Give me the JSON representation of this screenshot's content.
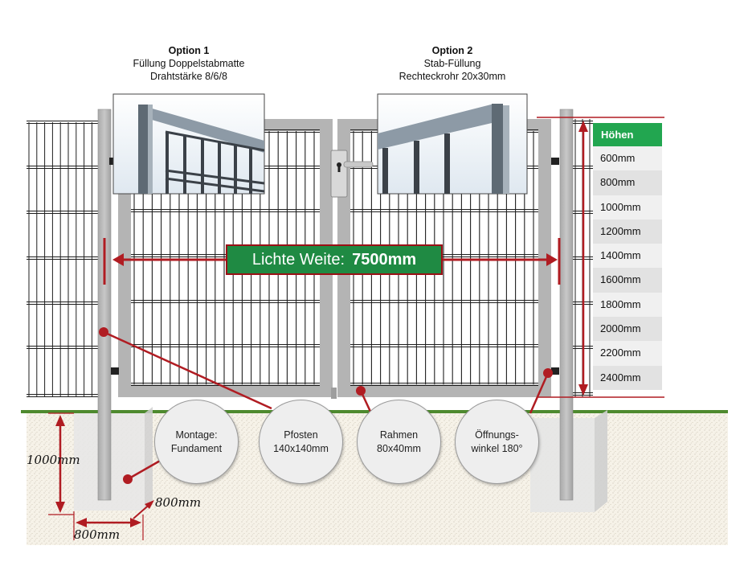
{
  "options": [
    {
      "title": "Option 1",
      "line2": "Füllung Doppelstabmatte",
      "line3": "Drahtstärke 8/6/8"
    },
    {
      "title": "Option 2",
      "line2": "Stab-Füllung",
      "line3": "Rechteckrohr 20x30mm"
    }
  ],
  "width_banner": {
    "label": "Lichte Weite:",
    "value": "7500mm"
  },
  "heights": {
    "header": "Höhen",
    "rows": [
      "600mm",
      "800mm",
      "1000mm",
      "1200mm",
      "1400mm",
      "1600mm",
      "1800mm",
      "2000mm",
      "2200mm",
      "2400mm"
    ]
  },
  "callouts": [
    {
      "line1": "Montage:",
      "line2": "Fundament"
    },
    {
      "line1": "Pfosten",
      "line2": "140x140mm"
    },
    {
      "line1": "Rahmen",
      "line2": "80x40mm"
    },
    {
      "line1": "Öffnungs-",
      "line2": "winkel 180°"
    }
  ],
  "dimensions": {
    "depth": "1000mm",
    "side": "800mm",
    "width": "800mm"
  },
  "colors": {
    "accent_red": "#b01c22",
    "banner_green": "#1f8a43",
    "header_green": "#22a650",
    "ground_green": "#4e8a2e",
    "frame_gray": "#b4b4b4"
  }
}
